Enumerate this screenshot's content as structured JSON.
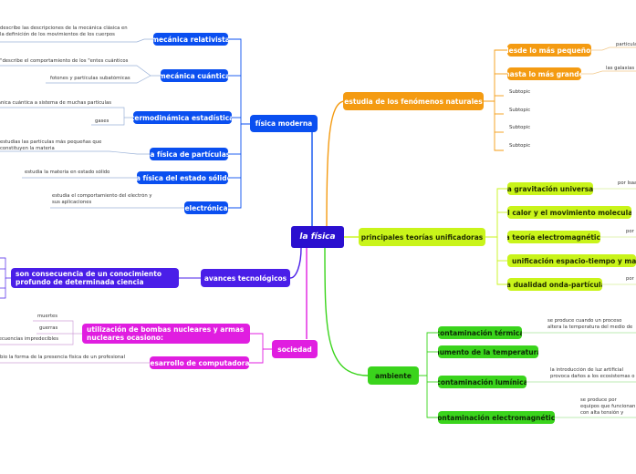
{
  "central": "la física",
  "branches": {
    "fisica_moderna": {
      "label": "física moderna",
      "children": [
        {
          "label": "mecánica relativista",
          "note": "describe las descripciones de la mecánica clásica en la definición de los movimientos de los cuerpos"
        },
        {
          "label": "mecánica cuántica",
          "note": "describe el comportamiento de los \"entes cuánticos\"",
          "note2": "fotones  y partículas subatómicas"
        },
        {
          "label": "termodinámica estadística",
          "note": "aplicación de la mecánica cuántica a sistema de muchas partículas",
          "note2": "gases"
        },
        {
          "label": "la física de partículas",
          "note": "estudias las partículas más pequeñas que constituyen la materia"
        },
        {
          "label": "la física del estado sólido",
          "note": "estudia la materia en estado sólido"
        },
        {
          "label": "electrónica",
          "note": "estudia el comportamiento del electrón y sus aplicaciones"
        }
      ]
    },
    "avances": {
      "label": "avances tecnológicos",
      "child": "son consecuencia de un conocimiento profundo de determinada ciencia"
    },
    "sociedad": {
      "label": "sociedad",
      "bombas": "utilización de bombas nucleares y armas nucleares ocasiono:",
      "bombas_notes": [
        "muertes",
        "guerras",
        "consecuencias impredecibles"
      ],
      "computadoras": "desarrollo de computadoras",
      "computadoras_note": "cambio la forma de la presencia física de un profesional"
    },
    "fenomenos": {
      "label": "estudia de los fenómenos naturales",
      "pequenos": "desde lo más pequeños",
      "pequenos_note": "partículas",
      "grande": "hasta lo más grande",
      "grande_note": "las galaxias",
      "subtopics": [
        "Subtopic",
        "Subtopic",
        "Subtopic",
        "Subtopic"
      ]
    },
    "teorias": {
      "label": "principales teorías unificadoras",
      "children": [
        {
          "label": "la gravitación universal",
          "note": "por Isaac"
        },
        {
          "label": "el calor y el  movimiento molecular",
          "note": ""
        },
        {
          "label": "la teoría electromagnética",
          "note": "por"
        },
        {
          "label": "unificación espacio-tiempo y masa-energía",
          "note": ""
        },
        {
          "label": "la dualidad onda-partícula",
          "note": "por"
        }
      ]
    },
    "ambiente": {
      "label": "ambiente",
      "children": [
        {
          "label": "contaminación térmica",
          "note": "se produce cuando un proceso altera la temperatura del medio de forma  perjudicial"
        },
        {
          "label": "aumento de la temperatura",
          "note": ""
        },
        {
          "label": "contaminación lumínica",
          "note": "la introducción de luz artificial provoca daños a los ecosistemas o el estado natural"
        },
        {
          "label": "contaminación electromagnética",
          "note": "se produce por equipos que funcionan con alta tensión y transformadores, electrodomésticos, etc."
        }
      ]
    }
  },
  "colors": {
    "blue": "#0a4ff0",
    "orange": "#f49b12",
    "yellow": "#c9f41a",
    "green": "#3ad41c",
    "purple": "#4a1ee8",
    "magenta": "#e01ee0",
    "center": "#2a0fcf"
  }
}
